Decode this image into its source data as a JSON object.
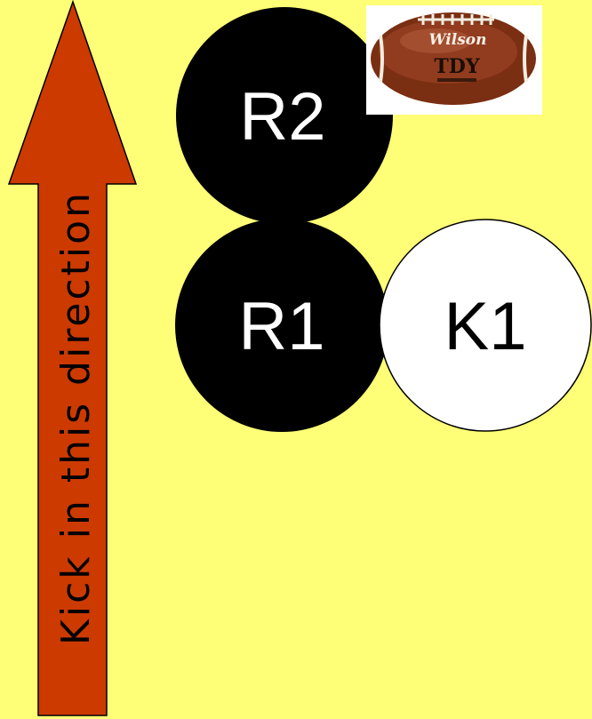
{
  "diagram": {
    "background_color": "#FFFF77",
    "arrow": {
      "label": "Kick in this direction",
      "fill_color": "#CC3A00",
      "stroke_color": "#000000"
    },
    "players": [
      {
        "id": "R2",
        "label": "R2",
        "fill_color": "#000000",
        "text_color": "#FFFFFF"
      },
      {
        "id": "R1",
        "label": "R1",
        "fill_color": "#000000",
        "text_color": "#FFFFFF"
      },
      {
        "id": "K1",
        "label": "K1",
        "fill_color": "#FFFFFF",
        "text_color": "#000000"
      }
    ],
    "football_image": {
      "icon": "football-icon",
      "brand_text": "Wilson",
      "model_text": "TDY"
    }
  }
}
